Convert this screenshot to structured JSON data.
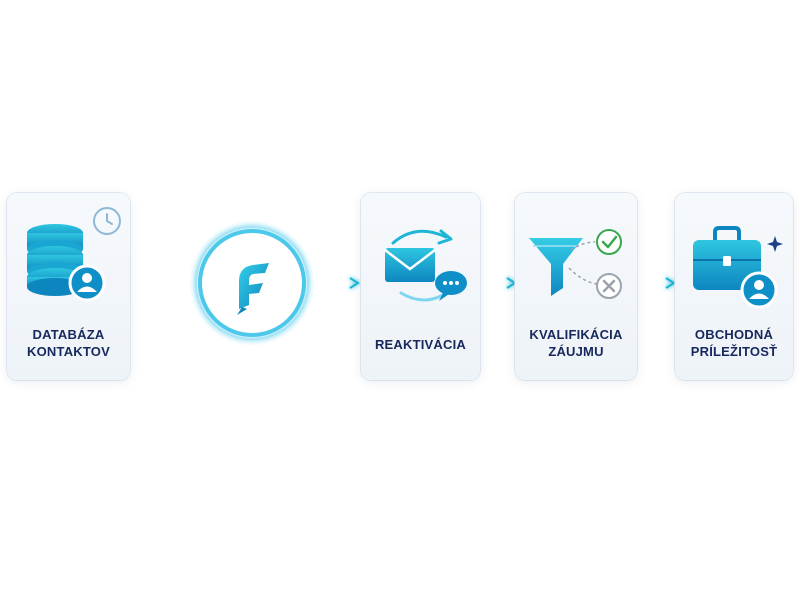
{
  "steps": [
    {
      "label": "DATABÁZA\nKONTAKTOV",
      "icon": "database-icon"
    },
    {
      "label": "",
      "icon": "logo-icon"
    },
    {
      "label": "REAKTIVÁCIA",
      "icon": "envelope-icon"
    },
    {
      "label": "KVALIFIKÁCIA\nZÁUJMU",
      "icon": "funnel-icon"
    },
    {
      "label": "OBCHODNÁ\nPRÍLEŽITOSŤ",
      "icon": "briefcase-icon"
    }
  ],
  "colors": {
    "accent": "#1fb6d6",
    "accent_dark": "#0b88c2",
    "text": "#17285c",
    "check": "#3aa74f",
    "cross": "#9aa3ad"
  }
}
